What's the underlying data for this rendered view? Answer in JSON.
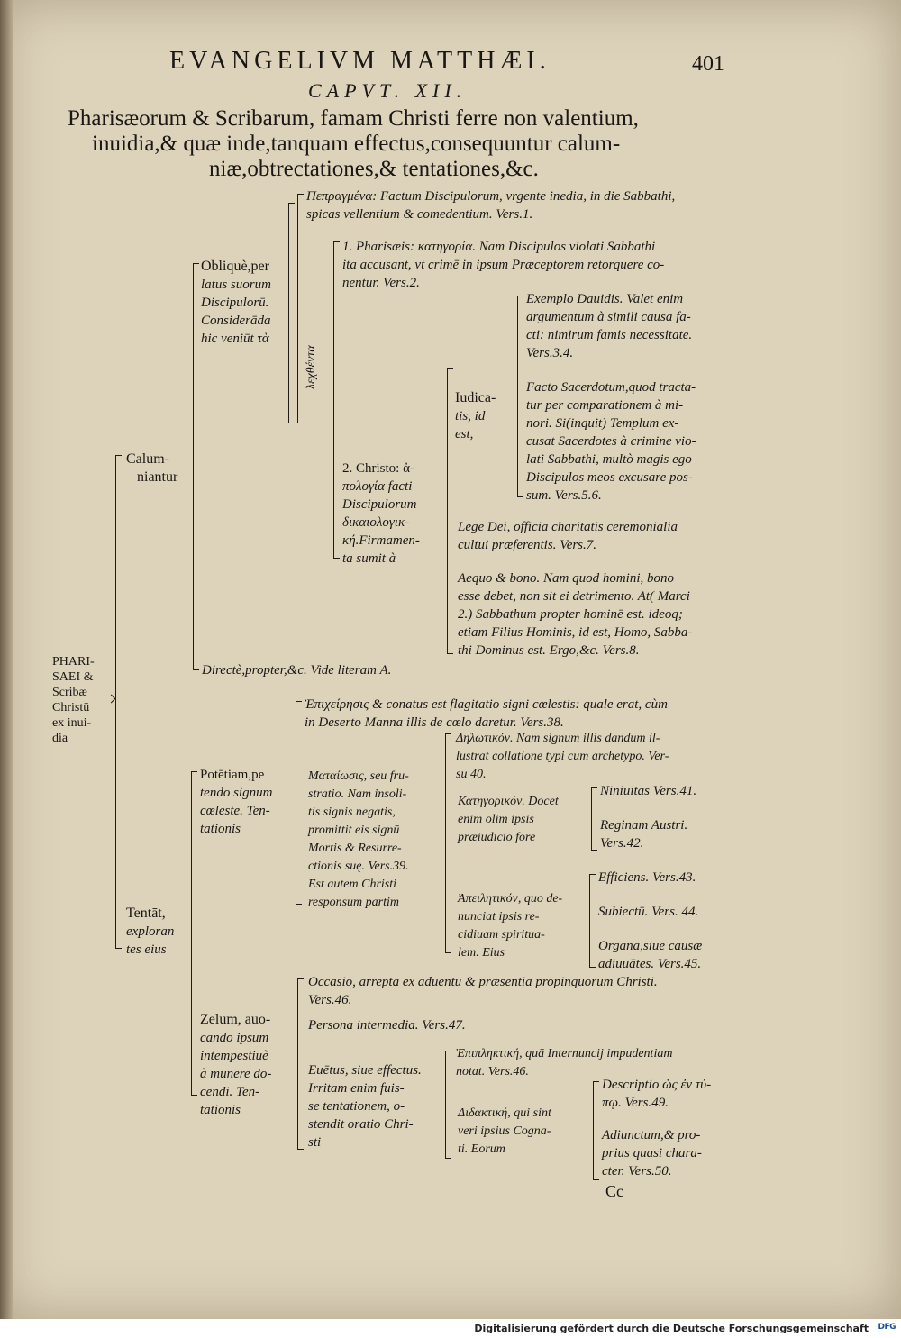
{
  "header": {
    "running_title": "EVANGELIVM MATTHÆI.",
    "page_number": "401",
    "chapter": "CAPVT. XII.",
    "title_lines": [
      "Pharisæorum & Scribarum, famam Christi ferre non valentium,",
      "inuidia,& quæ inde,tanquam effectus,consequuntur calum-",
      "niæ,obtrectationes,& tentationes,&c."
    ]
  },
  "root": {
    "lines": [
      "PHARI-",
      "SAEI &",
      "Scribæ",
      "Christū",
      "ex inui-",
      "dia"
    ]
  },
  "calumniantur": {
    "label": [
      "Calum-",
      "niantur"
    ],
    "oblique": [
      "Obliquè,per",
      "latus suorum",
      "Discipulorū.",
      "Considerāda",
      "hic veniūt τὰ"
    ],
    "greek_vertical": "λεχθέντα",
    "factum": [
      "Πεπραγμένα: Factum Discipulorum, vrgente inedia, in die Sabbathi,",
      "spicas vellentium & comedentium. Vers.1."
    ],
    "pharisaeis": [
      "1.  Pharisæis: κατηγορία. Nam Discipulos violati Sabbathi",
      "ita accusant, vt crimē in ipsum Præceptorem retorquere co-",
      "nentur. Vers.2."
    ],
    "christo": [
      "2. Christo: ἀ-",
      "πολογία facti",
      "Discipulorum",
      "δικαιολογικ-",
      "κή.Firmamen-",
      "ta sumit à"
    ],
    "iudicatis": [
      "Iudica-",
      "tis, id",
      "est,"
    ],
    "exemplo": [
      "Exemplo Dauidis. Valet enim",
      "argumentum à simili causa fa-",
      "cti: nimirum famis necessitate.",
      "Vers.3.4."
    ],
    "facto": [
      "Facto Sacerdotum,quod tracta-",
      "tur per comparationem à mi-",
      "nori. Si(inquit) Templum ex-",
      "cusat Sacerdotes à crimine vio-",
      "lati Sabbathi, multò magis ego",
      "Discipulos meos excusare pos-",
      "sum. Vers.5.6."
    ],
    "lege": [
      "Lege Dei, officia charitatis ceremonialia",
      "cultui præferentis. Vers.7."
    ],
    "aequo": [
      "Aequo & bono. Nam quod homini, bono",
      "esse debet, non sit ei detrimento. At( Marci",
      "2.) Sabbathum propter hominē est. ideoq;",
      "etiam Filius Hominis, id est, Homo, Sabba-",
      "thi Dominus est. Ergo,&c. Vers.8."
    ],
    "directe": "Directè,propter,&c. Vide literam A."
  },
  "tentat": {
    "label": [
      "Tentāt,",
      "exploran",
      "tes eius"
    ],
    "potentiam": [
      "Potētiam,pe",
      "tendo signum",
      "cœleste. Ten-",
      "tationis"
    ],
    "epicheirema": [
      "Ἐπιχείρησις & conatus est flagitatio signi cœlestis: quale erat, cùm",
      "in Deserto Manna illis de cœlo daretur. Vers.38."
    ],
    "metoposis": [
      "Ματαίωσις, seu fru-",
      "stratio. Nam insoli-",
      "tis signis negatis,",
      "promittit eis signū",
      "Mortis & Resurre-",
      "ctionis suę. Vers.39.",
      "Est autem Christi",
      "responsum partim"
    ],
    "deloticon": [
      "Δηλωτικόν. Nam signum illis dandum il-",
      "lustrat collatione typi cum archetypo. Ver-",
      "su 40."
    ],
    "kategorikon": [
      "Κατηγορικόν. Docet",
      "enim olim ipsis",
      "præiudicio fore"
    ],
    "niniuitas": "Niniuitas Vers.41.",
    "reginam": [
      "Reginam Austri.",
      "Vers.42."
    ],
    "apeilentikon": [
      "Ἀπειλητικόν, quo de-",
      "nunciat ipsis re-",
      "cidiuam spiritua-",
      "lem. Eius"
    ],
    "efficiens": "Efficiens. Vers.43.",
    "subiectu": "Subiectū. Vers. 44.",
    "organa": [
      "Organa,siue causæ",
      "adiuuātes. Vers.45."
    ]
  },
  "zelum": {
    "label": [
      "Zelum, auo-",
      "cando ipsum",
      "intempestiuè",
      "à munere do-",
      "cendi. Ten-",
      "tationis"
    ],
    "occasio": [
      "Occasio, arrepta ex aduentu & præsentia propinquorum Christi.",
      "Vers.46."
    ],
    "persona": "Persona intermedia. Vers.47.",
    "euetus": [
      "Euētus, siue effectus.",
      "Irritam enim fuis-",
      "se tentationem, o-",
      "stendit oratio Chri-",
      "sti"
    ],
    "epiplektike": [
      "Ἐπιπληκτική, quā Internuncij impudentiam",
      "notat. Vers.46."
    ],
    "didaktike": [
      "Διδακτική, qui sint",
      "veri ipsius Cogna-",
      "ti. Eorum"
    ],
    "descriptio": [
      "Descriptio ὡς ἐν τύ-",
      "πῳ. Vers.49."
    ],
    "adiunctum": [
      "Adiunctum,& pro-",
      "prius quasi chara-",
      "cter. Vers.50."
    ]
  },
  "signature": "Cc",
  "footer": {
    "credit": "Digitalisierung gefördert durch die Deutsche Forschungsgemeinschaft",
    "logo": "DFG"
  }
}
